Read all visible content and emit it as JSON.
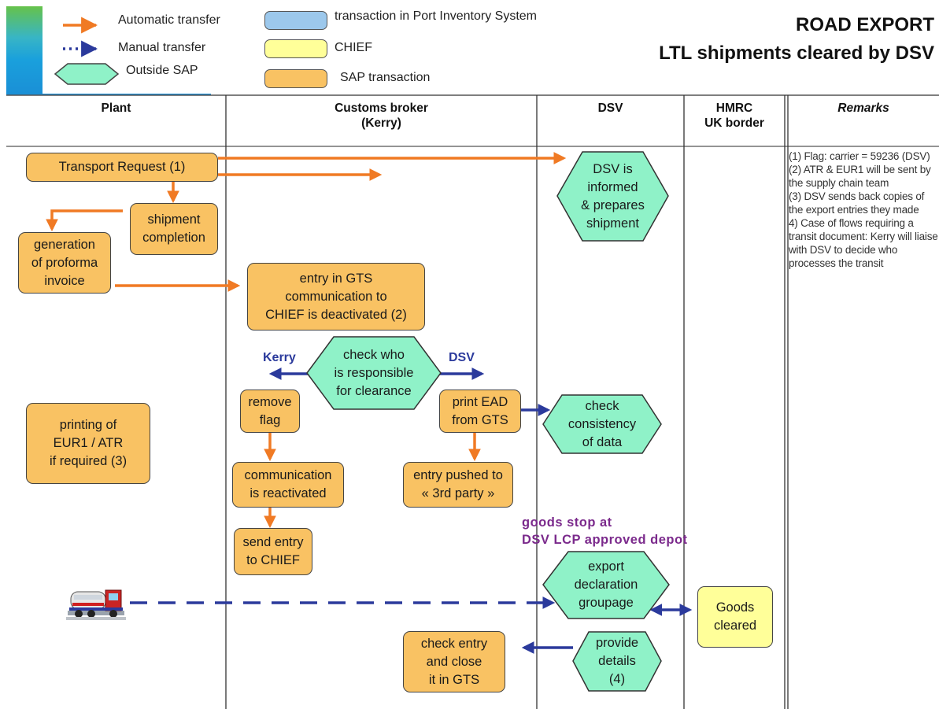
{
  "legend": {
    "automatic_transfer": "Automatic transfer",
    "manual_transfer": "Manual transfer",
    "outside_sap": "Outside SAP",
    "port_inventory": "transaction in Port Inventory System",
    "chief": "CHIEF",
    "sap_transaction": "SAP transaction"
  },
  "title": {
    "line1": "ROAD EXPORT",
    "line2": "LTL shipments cleared by DSV"
  },
  "columns": {
    "plant": "Plant",
    "customs_broker": "Customs broker\n(Kerry)",
    "dsv": "DSV",
    "hmrc": "HMRC\nUK border",
    "remarks": "Remarks"
  },
  "nodes": {
    "transport_request": "Transport Request (1)",
    "shipment_completion": "shipment\ncompletion",
    "proforma": "generation\nof proforma\ninvoice",
    "entry_gts": "entry in GTS\ncommunication to\nCHIEF is deactivated (2)",
    "dsv_informed": "DSV is\ninformed\n& prepares\nshipment",
    "check_responsible": "check who\nis responsible\nfor clearance",
    "remove_flag": "remove\nflag",
    "print_ead": "print EAD\nfrom GTS",
    "check_consistency": "check\nconsistency\nof data",
    "printing_eur1": "printing of\nEUR1 / ATR\nif required (3)",
    "comm_reactivated": "communication\nis reactivated",
    "entry_pushed": "entry pushed to\n« 3rd party »",
    "send_entry": "send entry\nto CHIEF",
    "export_declaration": "export\ndeclaration\ngroupage",
    "goods_cleared": "Goods\ncleared",
    "check_entry_close": "check entry\nand close\nit in GTS",
    "provide_details": "provide\ndetails\n(4)"
  },
  "annotations": {
    "kerry": "Kerry",
    "dsv": "DSV",
    "goods_stop": "goods stop at\nDSV LCP approved depot"
  },
  "remarks": [
    "(1) Flag: carrier = 59236 (DSV)",
    "(2) ATR & EUR1 will be sent by the supply chain team",
    "(3) DSV sends back copies of the export entries they made",
    "4) Case of flows requiring a transit document: Kerry will liaise with DSV to decide who processes the transit"
  ],
  "colors": {
    "sap_transaction": "#f9c263",
    "outside_sap": "#8ff2c8",
    "chief": "#ffff99",
    "port_inventory": "#9cc8ec",
    "automatic_arrow": "#f07a24",
    "manual_arrow": "#2b3a9c",
    "annotation": "#7b2a8c"
  },
  "icons": {
    "corner": "corner-gradient-block",
    "truck": "truck-icon"
  }
}
